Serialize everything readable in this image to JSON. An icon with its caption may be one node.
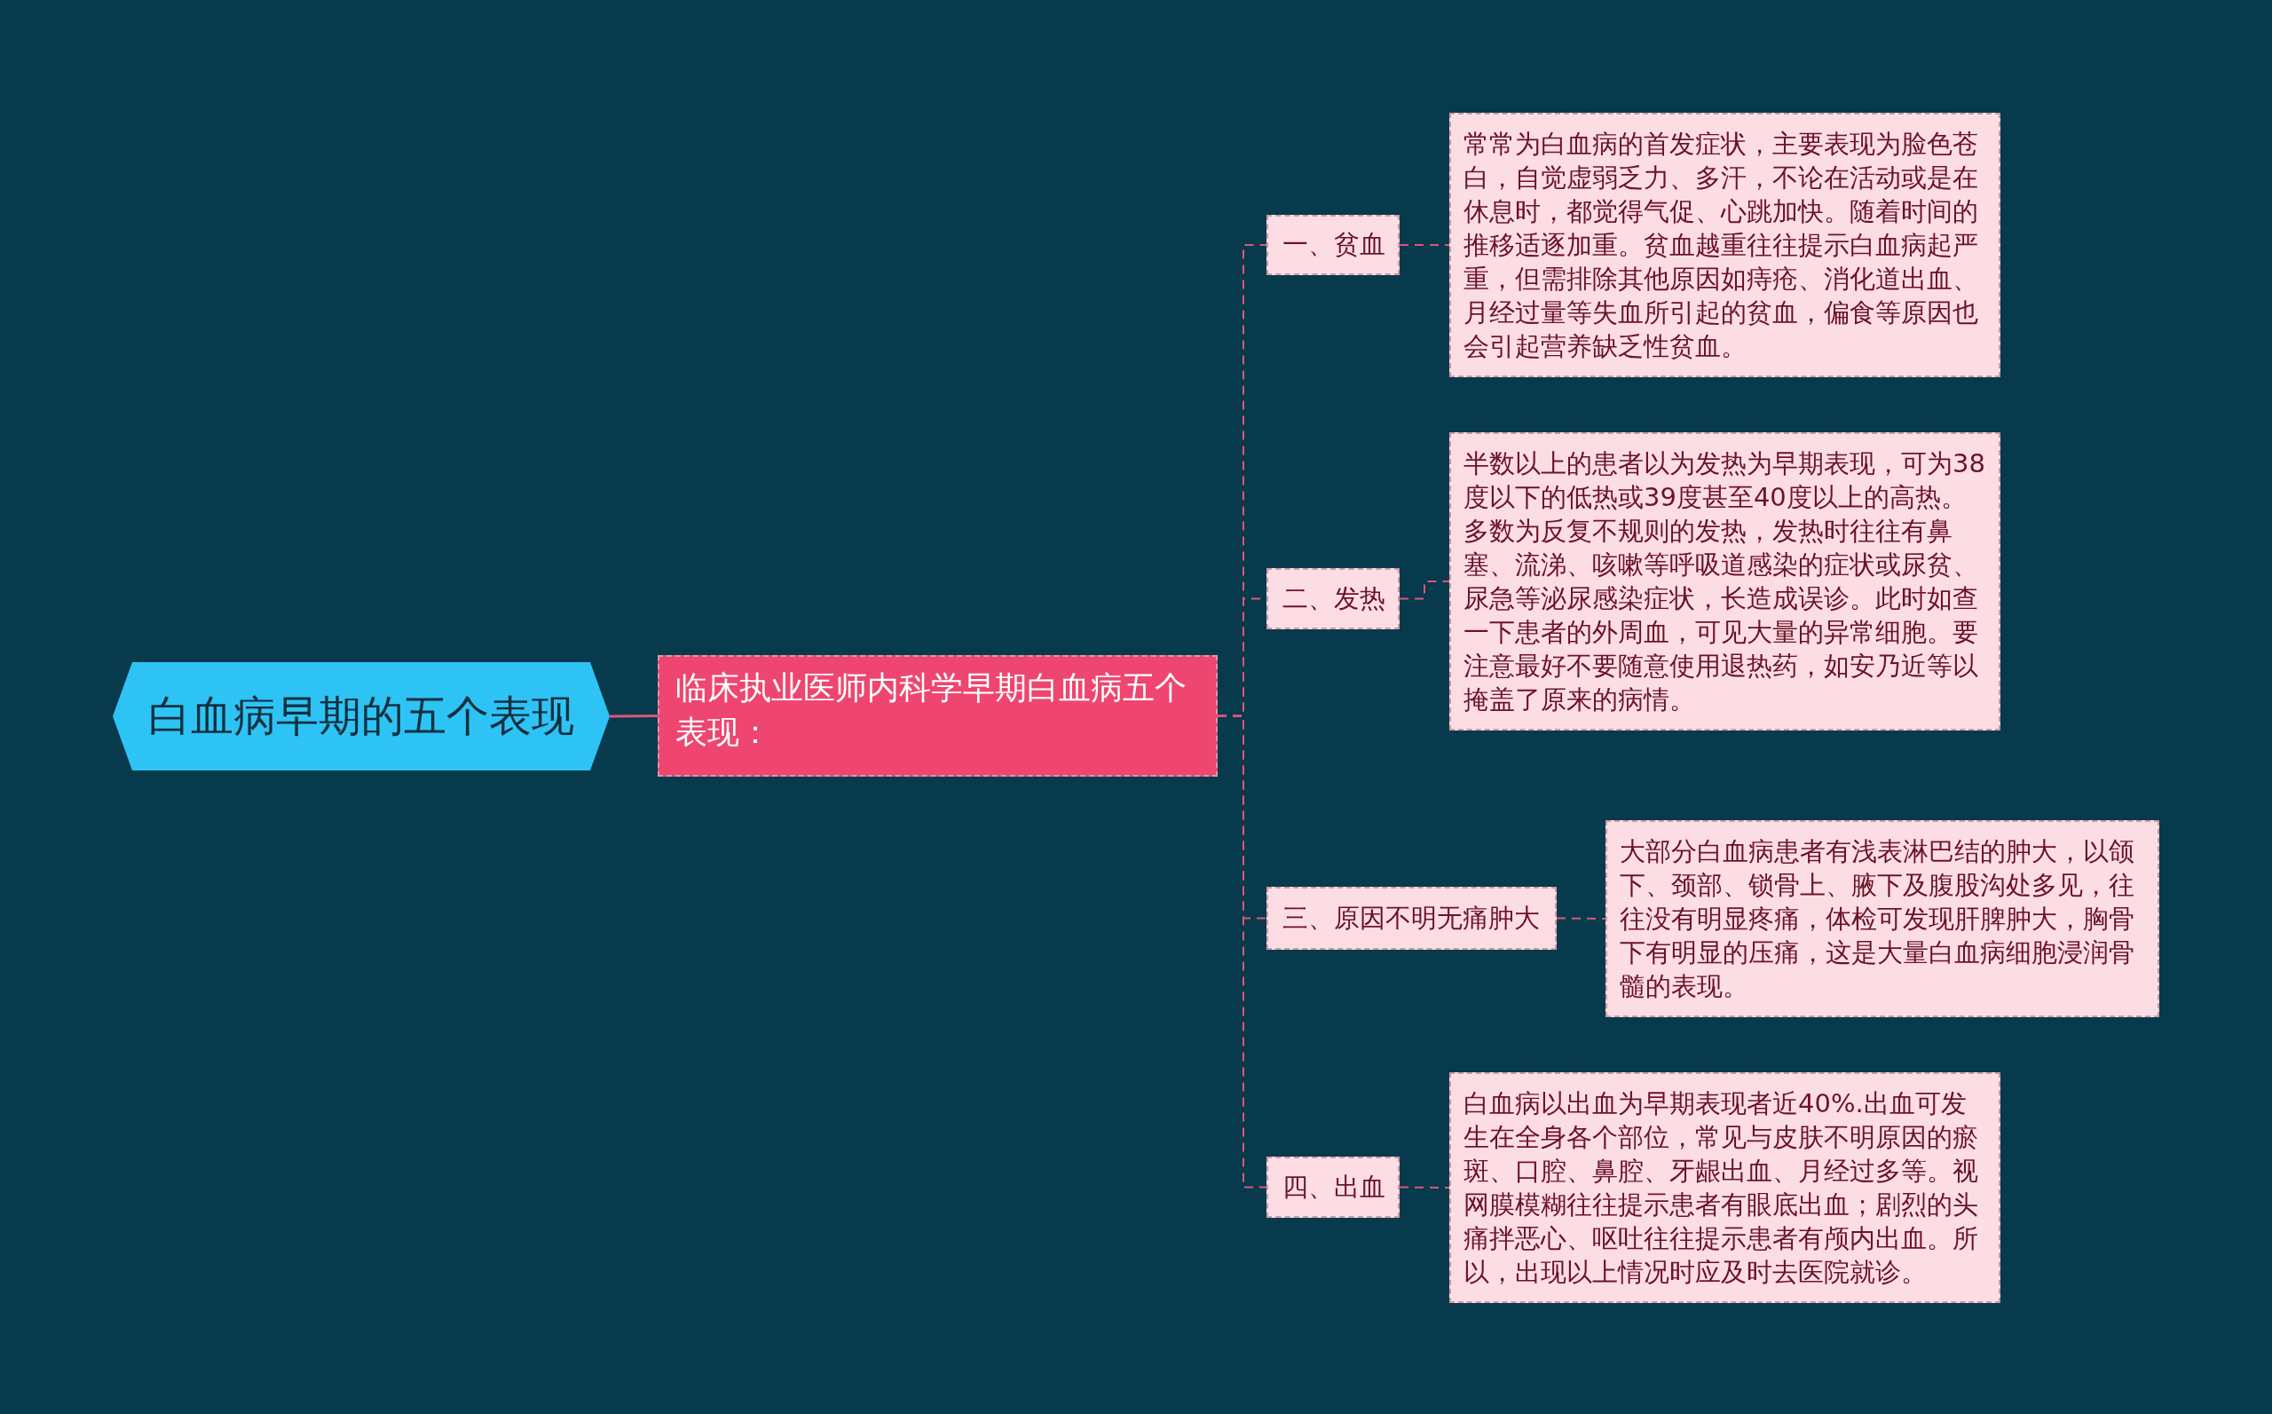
{
  "diagram": {
    "nodes": [
      {
        "text": [
          "白血病早期的五个表现"
        ]
      },
      {
        "text": [
          "临床执业医师内科学早期白血病五个表现："
        ]
      },
      {
        "text": [
          "一、贫血"
        ]
      },
      {
        "text": [
          "常常为白血病的首发症状，主要表现为脸色苍白，自觉虚弱乏力、多汗，不论在活动或是在休息时，都觉得气促、心跳加快。随着时间的推移适逐加重。贫血越重往往提示白血病起严重，但需排除其他原因如痔疮、消化道出血、月经过量等失血所引起的贫血，偏食等原因也会引起营养缺乏性贫血。"
        ]
      },
      {
        "text": [
          "二、发热"
        ]
      },
      {
        "text": [
          "半数以上的患者以为发热为早期表现，可为38度以下的低热或39度甚至40度以上的高热。多数为反复不规则的发热，发热时往往有鼻塞、流涕、咳嗽等呼吸道感染的症状或尿贫、尿急等泌尿感染症状，长造成误诊。此时如查一下患者的外周血，可见大量的异常细胞。要注意最好不要随意使用退热药，如安乃近等以掩盖了原来的病情。"
        ]
      },
      {
        "text": [
          "三、原因不明无痛肿大"
        ]
      },
      {
        "text": [
          "大部分白血病患者有浅表淋巴结的肿大，以颌下、颈部、锁骨上、腋下及腹股沟处多见，往往没有明显疼痛，体检可发现肝脾肿大，胸骨下有明显的压痛，这是大量白血病细胞浸润骨髓的表现。"
        ]
      },
      {
        "text": [
          "四、出血"
        ]
      },
      {
        "text": [
          "白血病以出血为早期表现者近40%.出血可发生在全身各个部位，常见与皮肤不明原因的瘀斑、口腔、鼻腔、牙龈出血、月经过多等。视网膜模糊往往提示患者有眼底出血；剧烈的头痛拌恶心、呕吐往往提示患者有颅内出血。所以，出现以上情况时应及时去医院就诊。"
        ]
      }
    ],
    "edges": [
      {
        "from": 0,
        "to": 1,
        "arrow": "none"
      },
      {
        "from": 1,
        "to": 2,
        "arrow": "none",
        "style": "dashed"
      },
      {
        "from": 1,
        "to": 4,
        "arrow": "none",
        "style": "dashed"
      },
      {
        "from": 1,
        "to": 6,
        "arrow": "none",
        "style": "dashed"
      },
      {
        "from": 1,
        "to": 8,
        "arrow": "none",
        "style": "dashed"
      },
      {
        "from": 2,
        "to": 3,
        "arrow": "none",
        "style": "dashed"
      },
      {
        "from": 4,
        "to": 5,
        "arrow": "none",
        "style": "dashed"
      },
      {
        "from": 6,
        "to": 7,
        "arrow": "none",
        "style": "dashed"
      },
      {
        "from": 8,
        "to": 9,
        "arrow": "none",
        "style": "dashed"
      }
    ]
  }
}
